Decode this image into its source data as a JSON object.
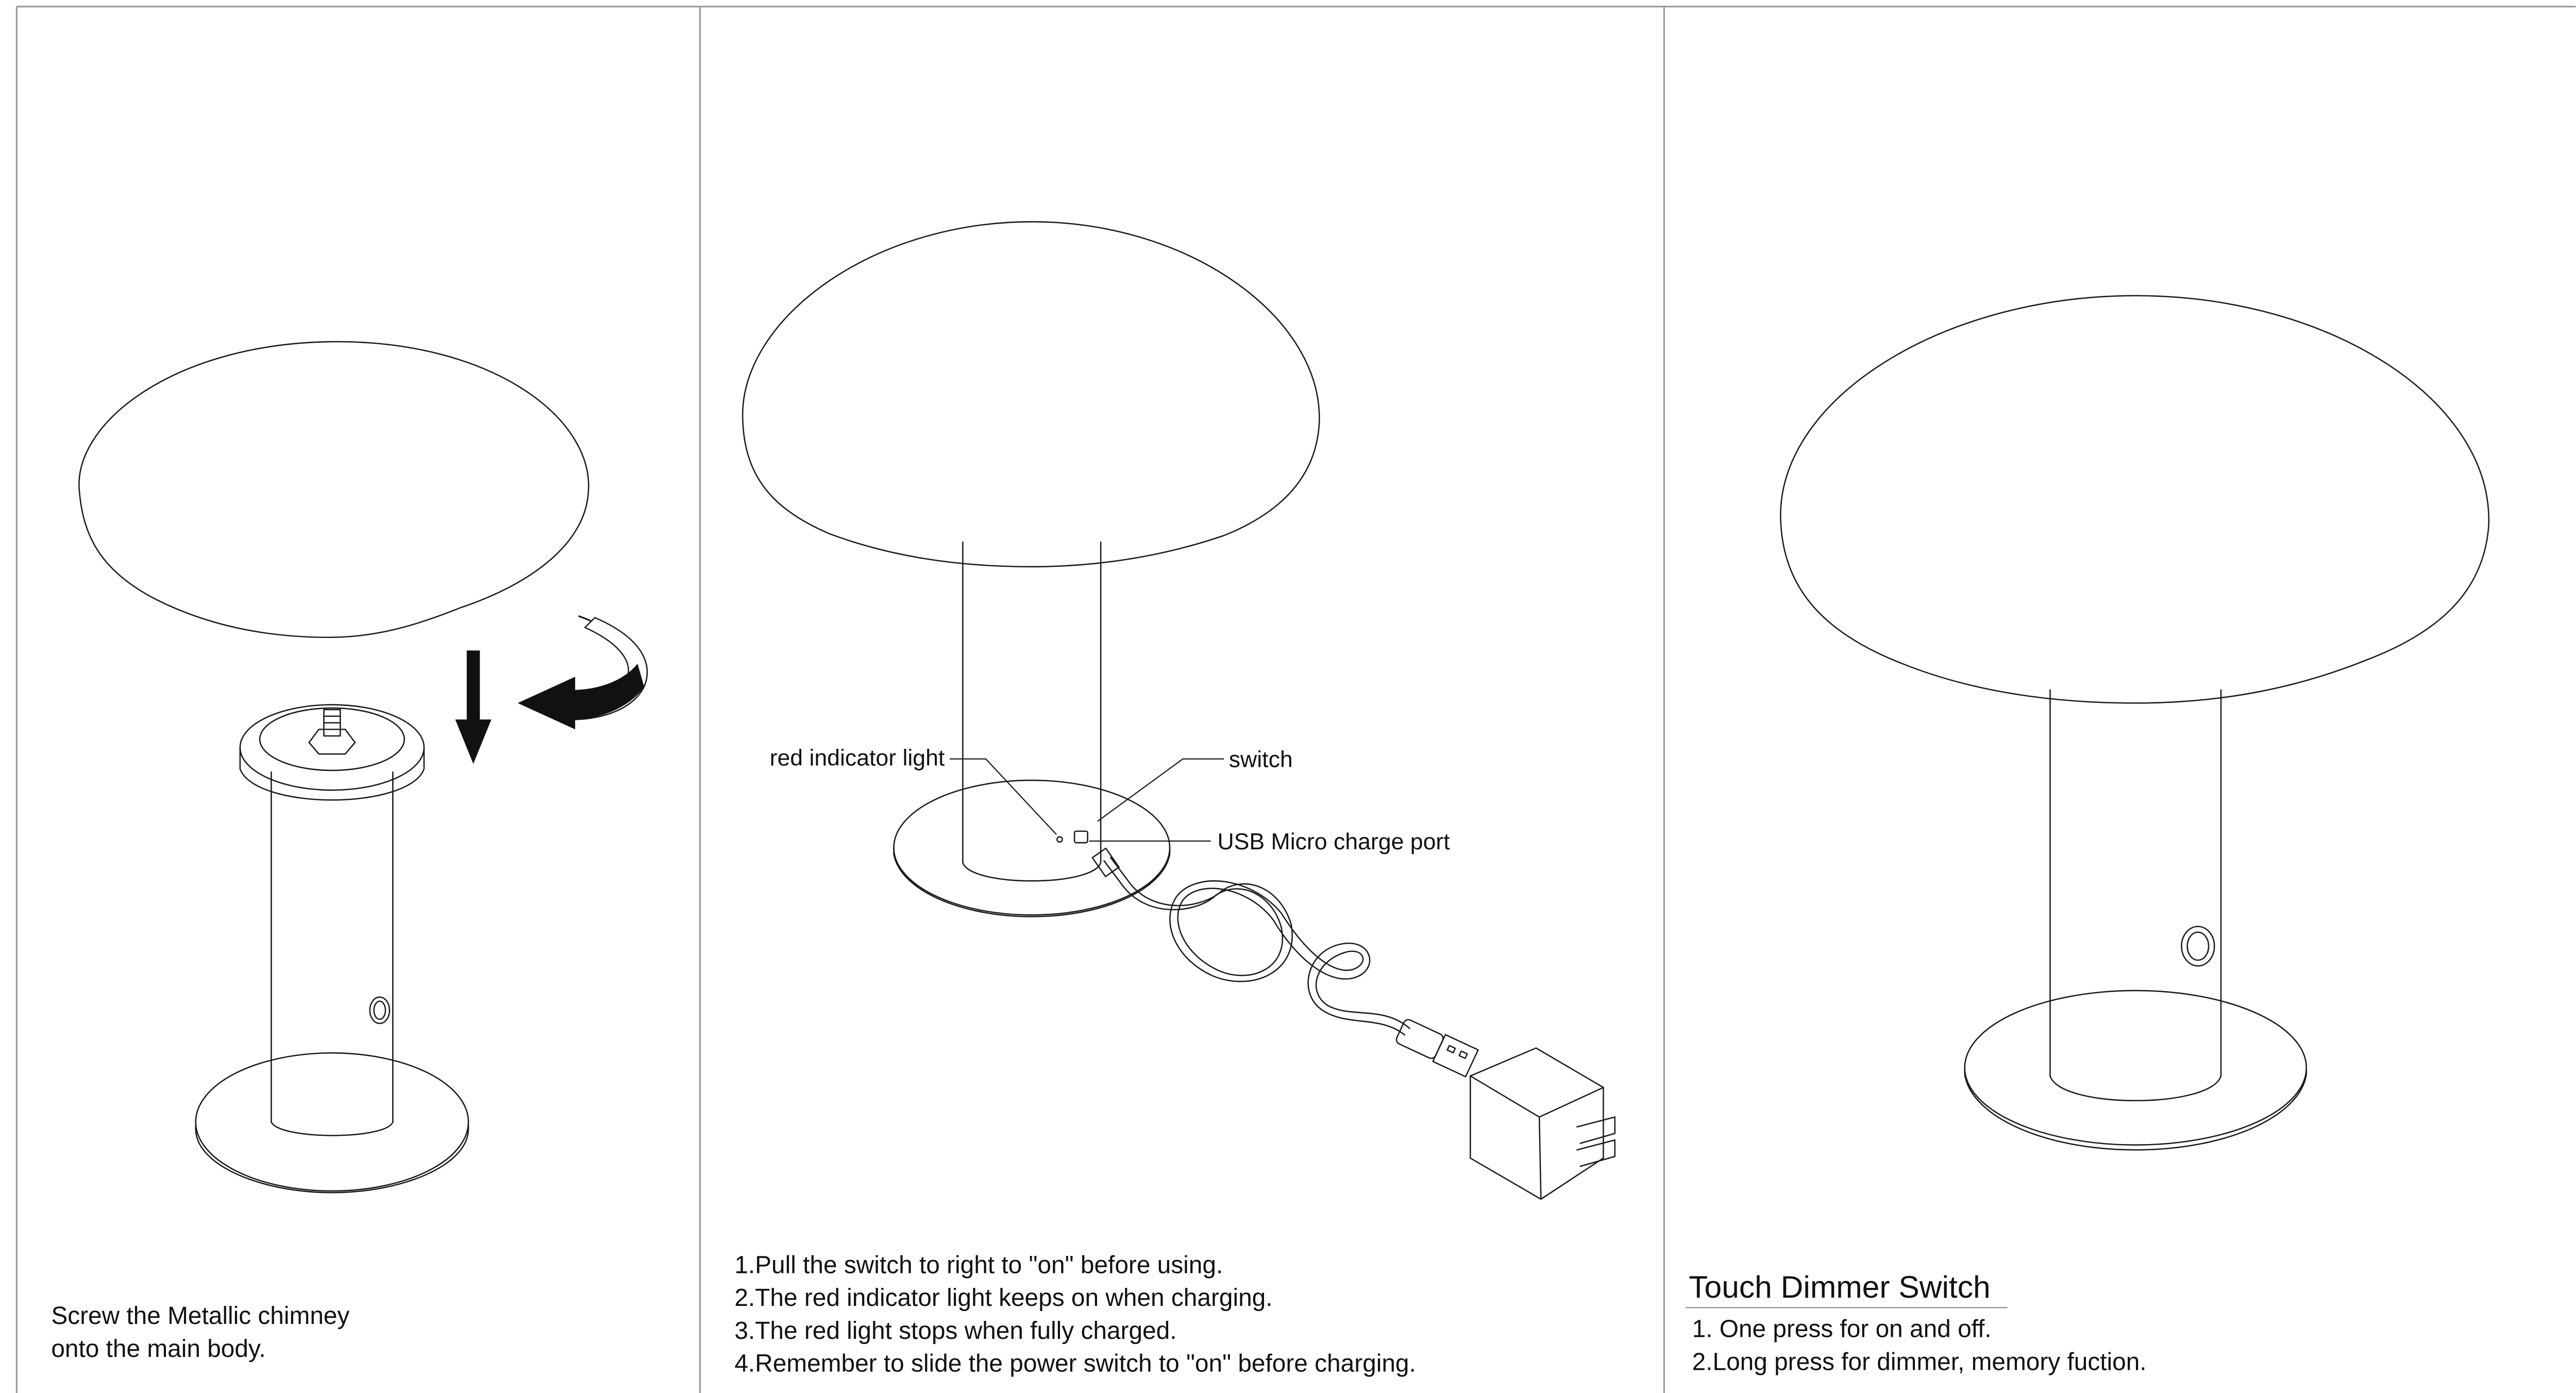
{
  "panels": [
    {
      "id": "assembly",
      "instructions": [
        "Screw the Metallic chimney",
        "onto the main body."
      ]
    },
    {
      "id": "charging",
      "callouts": {
        "indicator": "red indicator light",
        "switch": "switch",
        "port": "USB Micro charge port"
      },
      "instructions": [
        "1.Pull the switch to right to \"on\" before using.",
        "2.The red indicator light keeps on when charging.",
        "3.The red light stops when fully charged.",
        "4.Remember to slide the power switch to \"on\" before charging."
      ]
    },
    {
      "id": "touch-dimmer",
      "heading": "Touch Dimmer Switch",
      "instructions": [
        "1. One press for on and off.",
        "2.Long press for dimmer, memory fuction."
      ]
    }
  ]
}
